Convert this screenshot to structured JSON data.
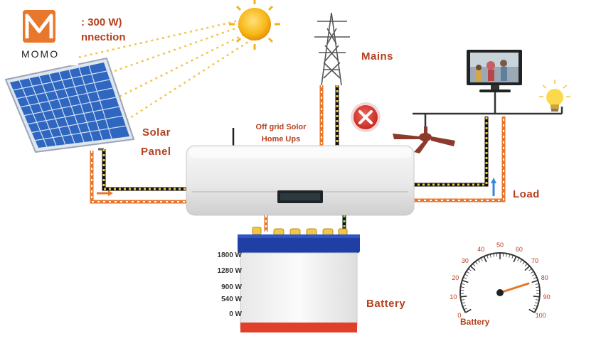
{
  "logo": {
    "text": "MOMO"
  },
  "header": {
    "line1": ": 300 W)",
    "line2": "nnection"
  },
  "labels": {
    "solar_panel_line1": "Solar",
    "solar_panel_line2": "Panel",
    "mains": "Mains",
    "ups_line1": "Off grid Solor",
    "ups_line2": "Home Ups",
    "load": "Load",
    "battery": "Battery"
  },
  "battery_scale": [
    "1800 W",
    "1280 W",
    "900 W",
    "540 W",
    "0 W"
  ],
  "gauge": {
    "ticks": [
      "0",
      "10",
      "20",
      "30",
      "40",
      "50",
      "60",
      "70",
      "80",
      "90",
      "100"
    ],
    "label": "Battery",
    "needle_value": 80
  },
  "colors": {
    "brand_orange": "#e8762b",
    "label_red": "#b5401f",
    "battery_blue": "#1f3fa5",
    "battery_base_red": "#e0402a",
    "cross_red": "#d63a2f",
    "wire_yellow": "#f2c744",
    "wire_dark": "#111111"
  },
  "icons": {
    "sun": "sun-icon",
    "tower": "transmission-tower-icon",
    "tv": "television-icon",
    "bulb": "light-bulb-icon",
    "fan": "ceiling-fan-icon",
    "cross": "disconnected-cross-icon"
  }
}
